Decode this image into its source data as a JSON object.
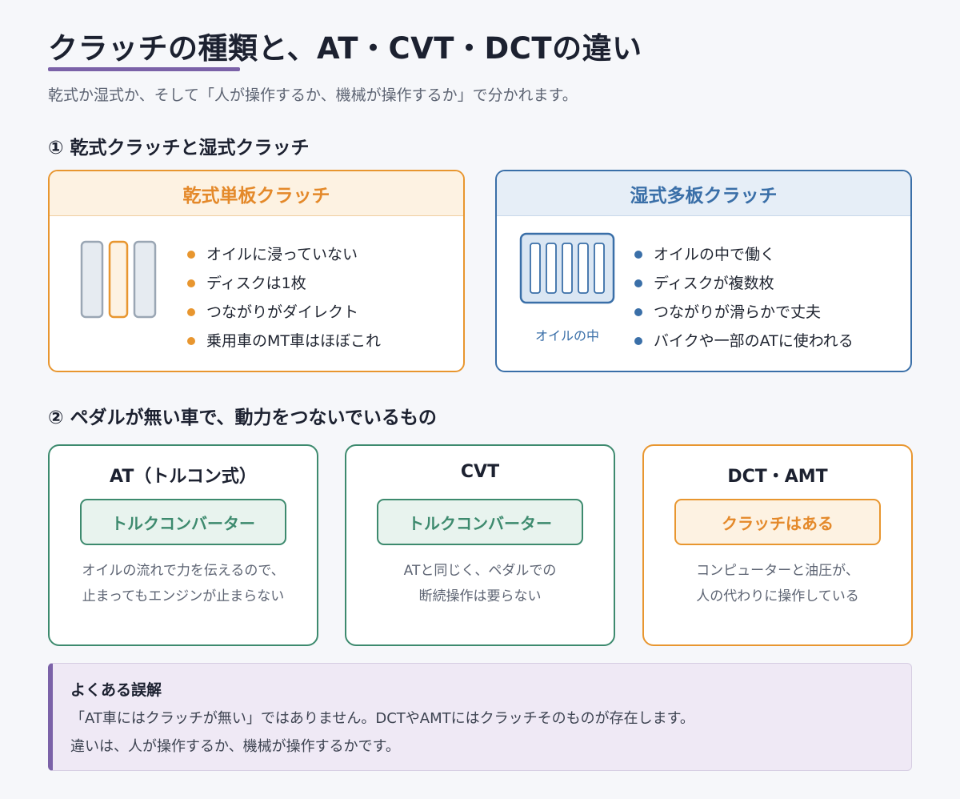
{
  "header": {
    "title": "クラッチの種類と、AT・CVT・DCTの違い",
    "subtitle": "乾式か湿式か、そして「人が操作するか、機械が操作するか」で分かれます。"
  },
  "section1": {
    "heading": "① 乾式クラッチと湿式クラッチ",
    "dry": {
      "title": "乾式単板クラッチ",
      "bullets": [
        "オイルに浸っていない",
        "ディスクは1枚",
        "つながりがダイレクト",
        "乗用車のMT車はほぼこれ"
      ]
    },
    "wet": {
      "title": "湿式多板クラッチ",
      "icon_label": "オイルの中",
      "bullets": [
        "オイルの中で働く",
        "ディスクが複数枚",
        "つながりが滑らかで丈夫",
        "バイクや一部のATに使われる"
      ]
    }
  },
  "section2": {
    "heading": "② ペダルが無い車で、動力をつないでいるもの",
    "cards": [
      {
        "title": "AT（トルコン式）",
        "badge": "トルクコンバーター",
        "desc": [
          "オイルの流れで力を伝えるので、",
          "止まってもエンジンが止まらない"
        ]
      },
      {
        "title": "CVT",
        "badge": "トルクコンバーター",
        "desc": [
          "ATと同じく、ペダルでの",
          "断続操作は要らない"
        ]
      },
      {
        "title": "DCT・AMT",
        "badge": "クラッチはある",
        "desc": [
          "コンピューターと油圧が、",
          "人の代わりに操作している"
        ]
      }
    ]
  },
  "note": {
    "title": "よくある誤解",
    "lines": [
      "「AT車にはクラッチが無い」ではありません。DCTやAMTにはクラッチそのものが存在します。",
      "違いは、人が操作するか、機械が操作するかです。"
    ]
  },
  "colors": {
    "accent_purple": "#7b62a8",
    "dry_orange": "#e8962f",
    "wet_blue": "#3a6fa8",
    "green": "#3d8a6e"
  }
}
